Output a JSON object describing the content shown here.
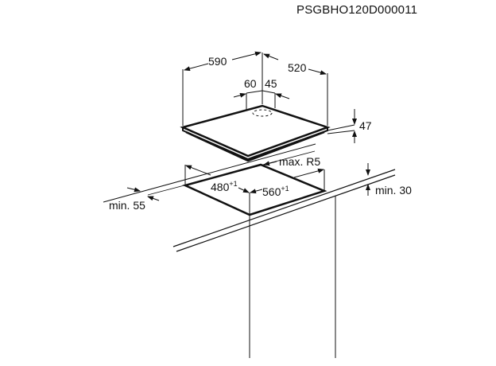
{
  "product_code": "PSGBHO120D000011",
  "dimensions": {
    "width": "590",
    "depth": "520",
    "offset_left": "60",
    "offset_right": "45",
    "height": "47",
    "cutout_depth": "480",
    "cutout_depth_tol": "+1",
    "cutout_width": "560",
    "cutout_width_tol": "+1",
    "corner_radius": "max. R5",
    "min_front_distance": "min. 55",
    "min_worktop_thickness": "min. 30"
  }
}
